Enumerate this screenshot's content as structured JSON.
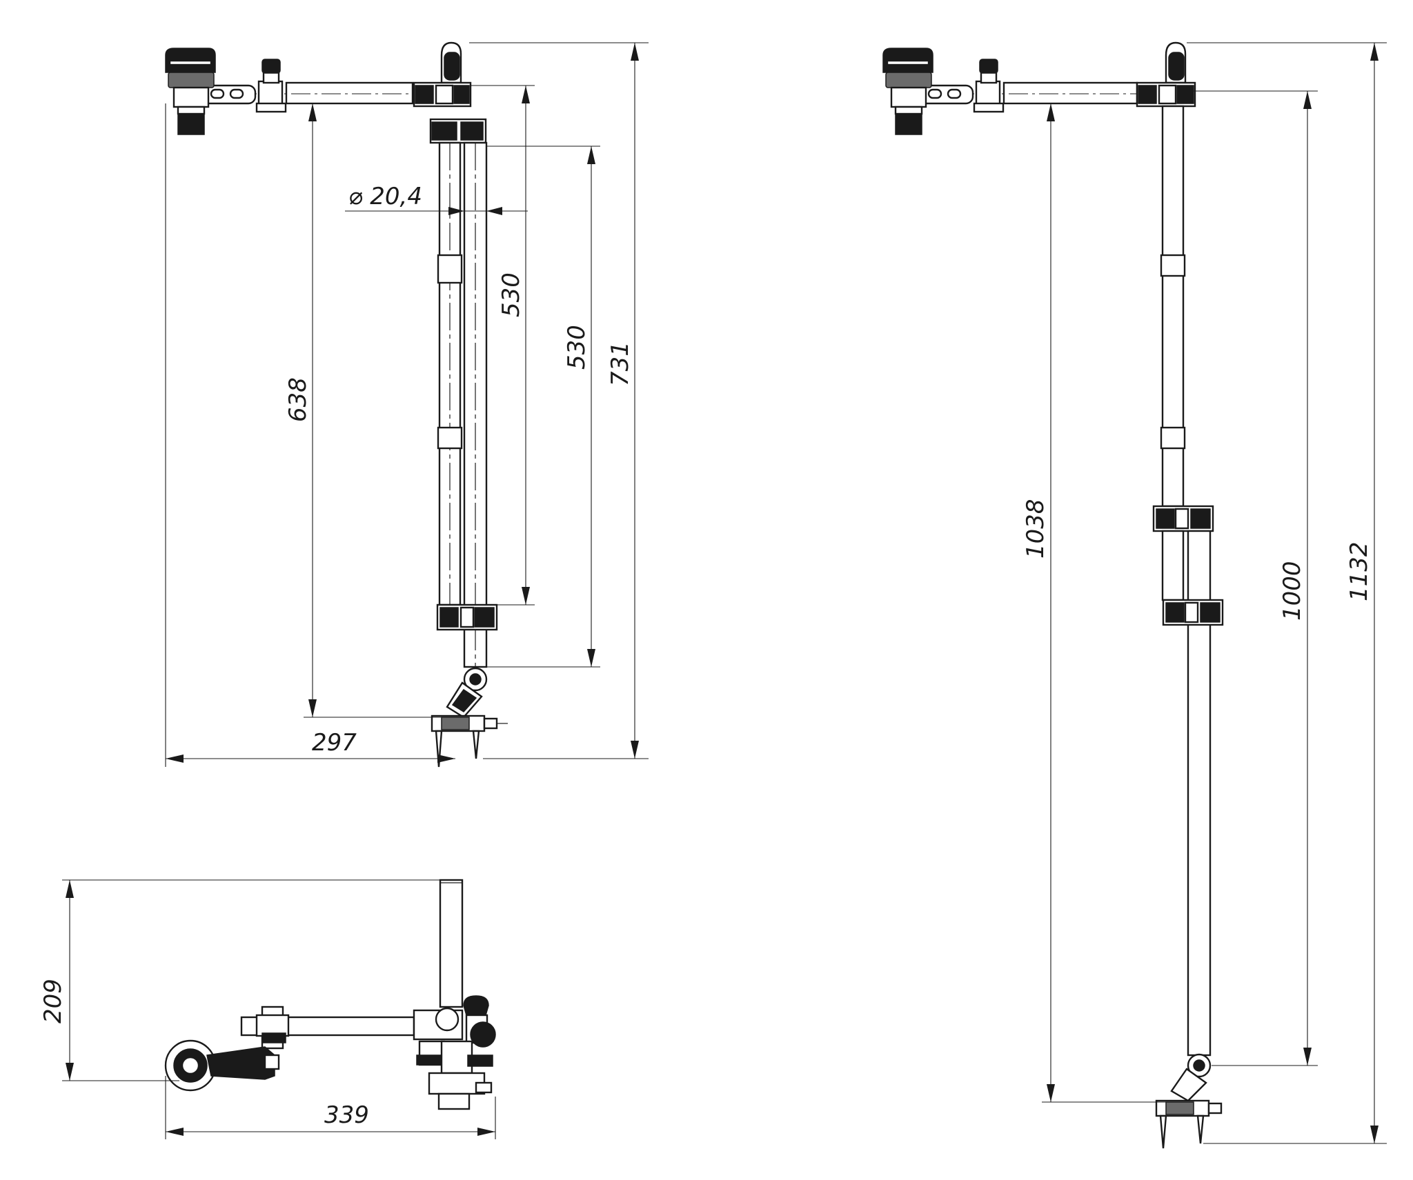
{
  "dimensions": {
    "front_view_small": {
      "diameter": "⌀ 20,4",
      "inner_tube_length": "530",
      "outer_tube_length": "530",
      "arm_height": "638",
      "total_height": "731",
      "reach": "297"
    },
    "front_view_extended": {
      "arm_height": "1038",
      "tube_length": "1000",
      "total_height": "1132"
    },
    "top_view": {
      "depth": "209",
      "width": "339"
    }
  }
}
